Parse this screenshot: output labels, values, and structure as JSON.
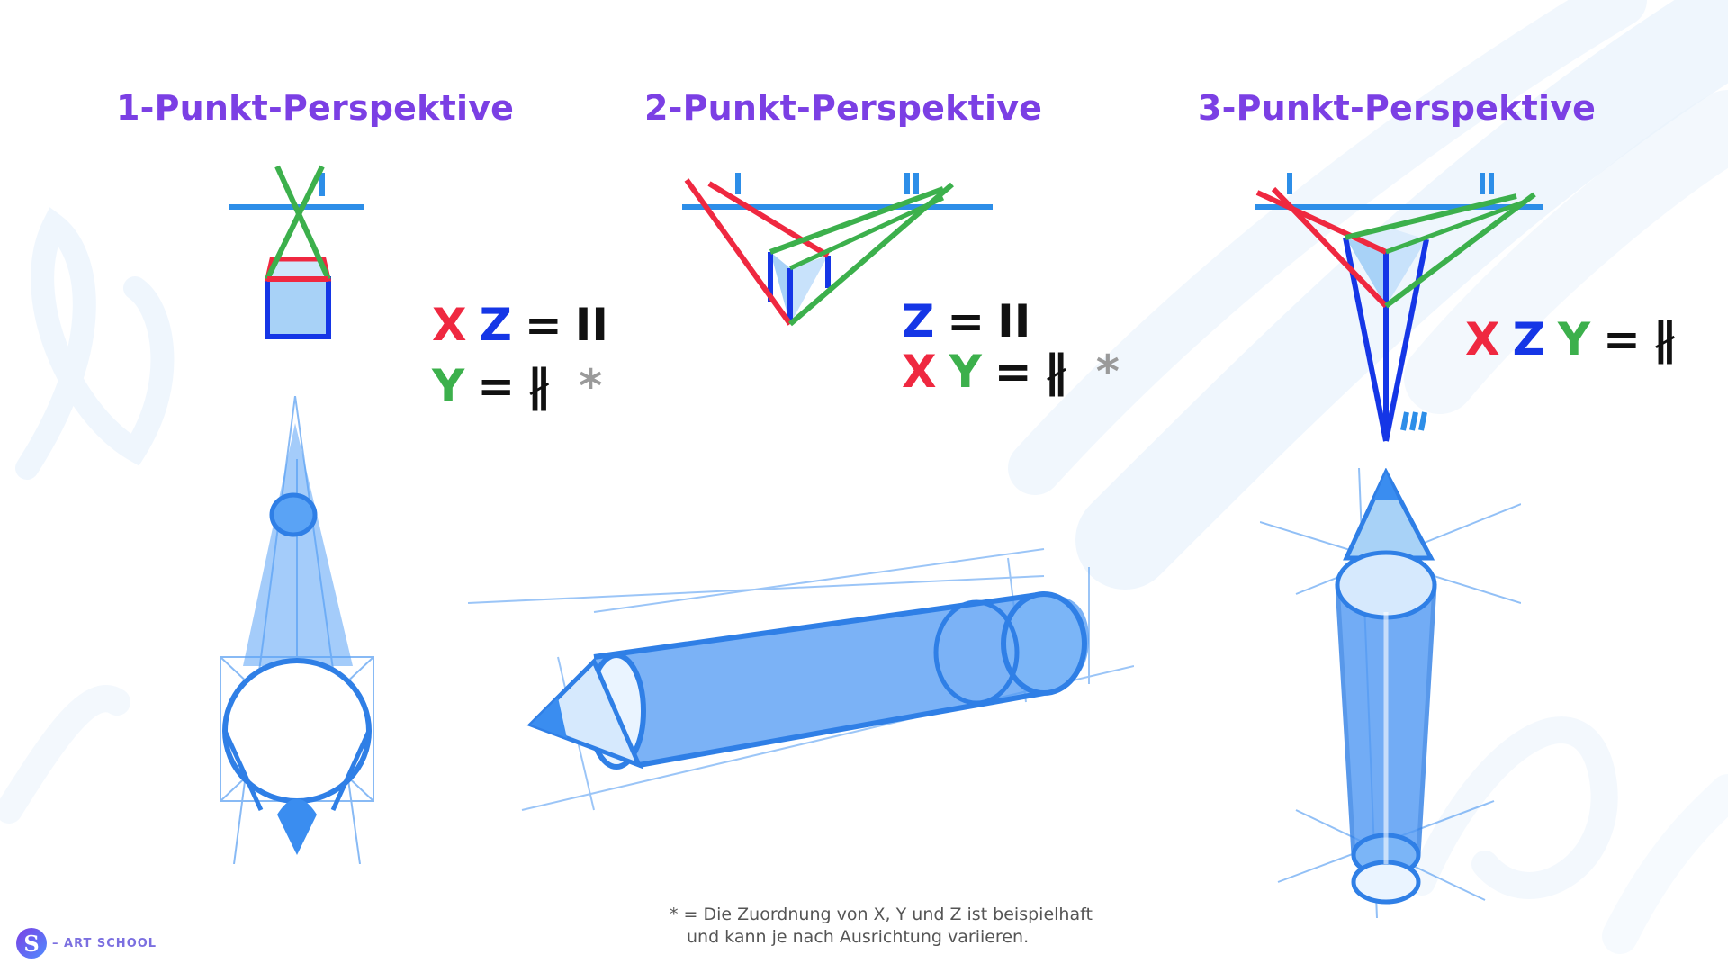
{
  "headings": {
    "one_point": "1-Punkt-Perspektive",
    "two_point": "2-Punkt-Perspektive",
    "three_point": "3-Punkt-Perspektive"
  },
  "vp_labels": {
    "one_point": {
      "vp1": "I"
    },
    "two_point": {
      "vp1": "I",
      "vp2": "II"
    },
    "three_point": {
      "vp1": "I",
      "vp2": "II",
      "vp3": "III"
    }
  },
  "formulas": {
    "one_point": {
      "line1": {
        "x": "X",
        "z": "Z",
        "eq": "=",
        "sym": "II"
      },
      "line2": {
        "y": "Y",
        "eq": "=",
        "sym": "∦",
        "star": "*"
      }
    },
    "two_point": {
      "line1": {
        "z": "Z",
        "eq": "=",
        "sym": "II"
      },
      "line2": {
        "x": "X",
        "y": "Y",
        "eq": "=",
        "sym": "∦",
        "star": "*"
      }
    },
    "three_point": {
      "line1": {
        "x": "X",
        "z": "Z",
        "y": "Y",
        "eq": "=",
        "sym": "∦"
      }
    }
  },
  "footnote": {
    "line1": "* = Die Zuordnung von X, Y und Z ist beispielhaft",
    "line2": "und kann je nach Ausrichtung variieren."
  },
  "brand": {
    "logo_letter": "S",
    "text": "– ART SCHOOL"
  },
  "colors": {
    "heading": "#7b3fe4",
    "x_axis": "#ef2840",
    "z_axis": "#1536e6",
    "y_axis": "#3cb04c",
    "horizon": "#2d8ee8",
    "sketch_blue": "#3a8df0"
  },
  "icons": {
    "brand": "brand-logo-icon"
  }
}
